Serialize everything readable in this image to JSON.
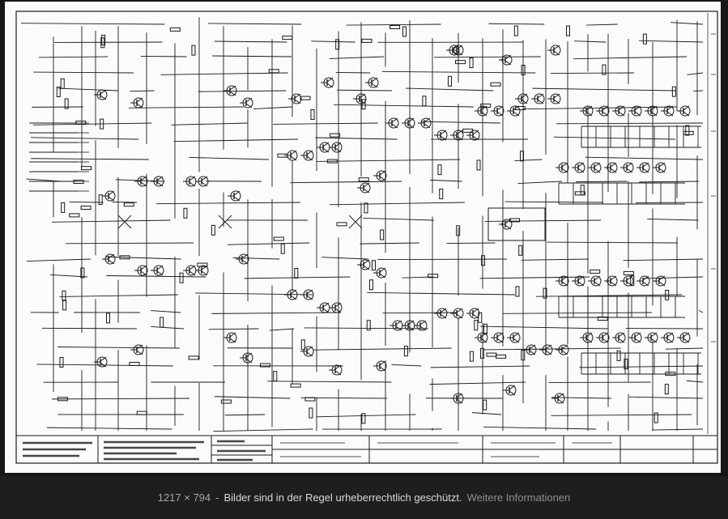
{
  "caption": {
    "dimensions": "1217 × 794",
    "separator": "-",
    "copyright_notice": "Bilder sind in der Regel urheberrechtlich geschützt.",
    "more_info_link": "Weitere Informationen"
  },
  "schematic": {
    "ink_color": "#1a1a1a",
    "paper_color": "#fbfbf9"
  }
}
